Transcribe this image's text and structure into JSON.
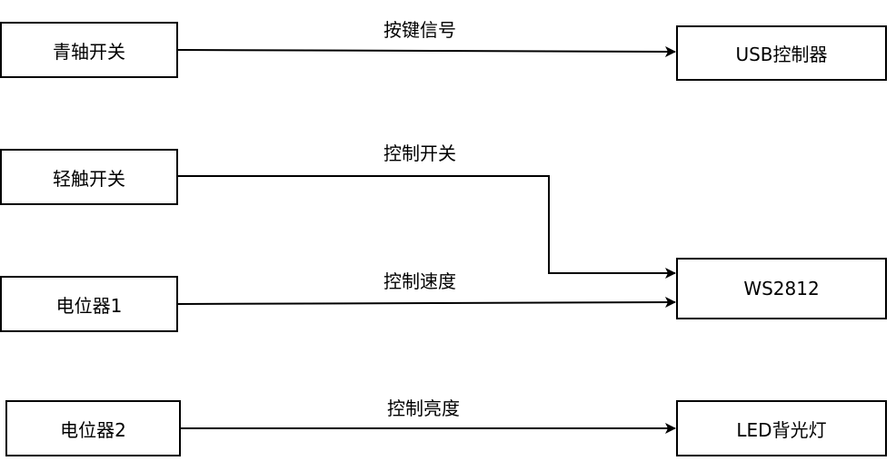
{
  "diagram": {
    "nodes": {
      "switch_blue": "青轴开关",
      "tact_switch": "轻触开关",
      "pot1": "电位器1",
      "pot2": "电位器2",
      "usb_controller": "USB控制器",
      "ws2812": "WS2812",
      "led_backlight": "LED背光灯"
    },
    "edges": {
      "key_signal": "按键信号",
      "control_switch": "控制开关",
      "control_speed": "控制速度",
      "control_brightness": "控制亮度"
    },
    "colors": {
      "stroke": "#000000",
      "fill": "#ffffff",
      "text": "#000000"
    }
  }
}
